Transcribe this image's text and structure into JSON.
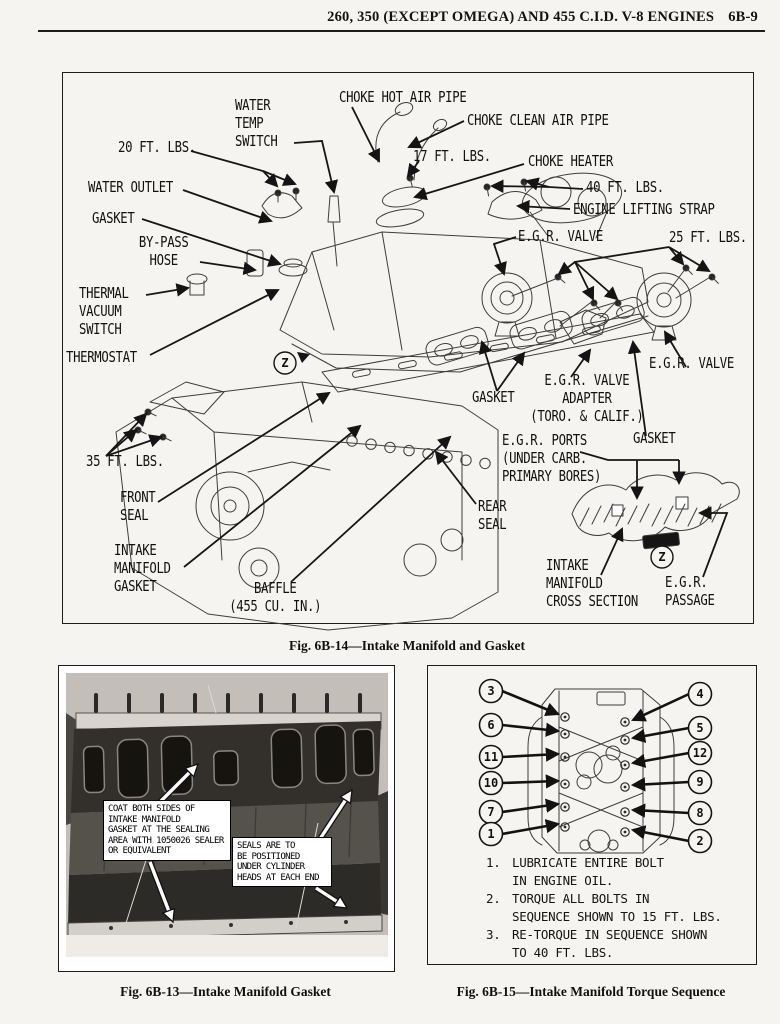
{
  "header": {
    "title": "260, 350 (EXCEPT OMEGA) AND 455 C.I.D. V-8 ENGINES",
    "page_number": "6B-9"
  },
  "fig_6b14": {
    "caption": "Fig. 6B-14—Intake Manifold and Gasket",
    "zone_symbol": "Z",
    "labels": {
      "water_temp_switch": "WATER\nTEMP\nSWITCH",
      "choke_hot_air_pipe": "CHOKE HOT AIR PIPE",
      "choke_clean_air_pipe": "CHOKE CLEAN AIR PIPE",
      "torque_17": "17 FT. LBS.",
      "choke_heater": "CHOKE HEATER",
      "torque_40": "40 FT. LBS.",
      "engine_lifting_strap": "ENGINE LIFTING STRAP",
      "torque_20": "20 FT. LBS.",
      "egr_valve_top": "E.G.R. VALVE",
      "torque_25": "25 FT. LBS.",
      "water_outlet": "WATER OUTLET",
      "gasket_upper_left": "GASKET",
      "bypass_hose": "BY-PASS\nHOSE",
      "thermal_vacuum_switch": "THERMAL\nVACUUM\nSWITCH",
      "thermostat": "THERMOSTAT",
      "torque_35": "35 FT. LBS.",
      "front_seal": "FRONT\nSEAL",
      "intake_manifold_gasket": "INTAKE\nMANIFOLD\nGASKET",
      "baffle": "BAFFLE\n(455 CU. IN.)",
      "rear_seal": "REAR\nSEAL",
      "egr_valve_right": "E.G.R. VALVE",
      "gasket_center": "GASKET",
      "egr_valve_adapter": "E.G.R. VALVE\nADAPTER\n(TORO. & CALIF.)",
      "egr_ports": "E.G.R. PORTS\n(UNDER CARB.\nPRIMARY BORES)",
      "gasket_right": "GASKET",
      "intake_manifold_cross_section": "INTAKE\nMANIFOLD\nCROSS SECTION",
      "egr_passage": "E.G.R.\nPASSAGE"
    }
  },
  "fig_6b13": {
    "caption": "Fig. 6B-13—Intake Manifold Gasket",
    "callout_sealer": "COAT BOTH SIDES OF\nINTAKE MANIFOLD\nGASKET AT THE SEALING\nAREA WITH 1050026 SEALER\nOR EQUIVALENT",
    "callout_seals": "SEALS ARE TO\nBE POSITIONED\nUNDER CYLINDER\nHEADS AT EACH END"
  },
  "fig_6b15": {
    "caption": "Fig. 6B-15—Intake Manifold Torque Sequence",
    "sequence_left": [
      "3",
      "6",
      "11",
      "10",
      "7",
      "1"
    ],
    "sequence_right": [
      "4",
      "5",
      "12",
      "9",
      "8",
      "2"
    ],
    "instructions": [
      {
        "num": "1.",
        "text": "LUBRICATE ENTIRE BOLT\nIN ENGINE OIL."
      },
      {
        "num": "2.",
        "text": "TORQUE ALL BOLTS IN\nSEQUENCE SHOWN TO 15 FT. LBS."
      },
      {
        "num": "3.",
        "text": "RE-TORQUE IN SEQUENCE SHOWN\nTO 40 FT. LBS."
      }
    ]
  }
}
